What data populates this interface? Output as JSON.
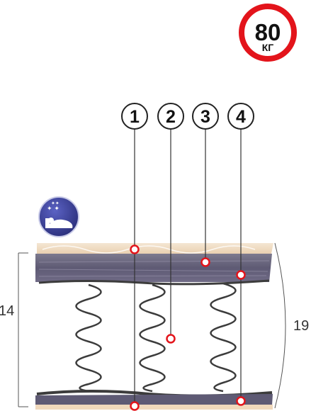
{
  "load_badge": {
    "value": "80",
    "unit": "КГ",
    "ring_color": "#e3141b"
  },
  "layer_labels": [
    "1",
    "2",
    "3",
    "4"
  ],
  "dimensions": {
    "height_left": "14",
    "height_right": "19"
  },
  "sleep_icon": {
    "name": "sleeping-person-icon",
    "color": "#3a3f9a"
  },
  "marker_color": "#e3141b",
  "colors": {
    "cover": "#f1dcc2",
    "felt": "#6f6a80",
    "spring": "#3c3c3c"
  }
}
